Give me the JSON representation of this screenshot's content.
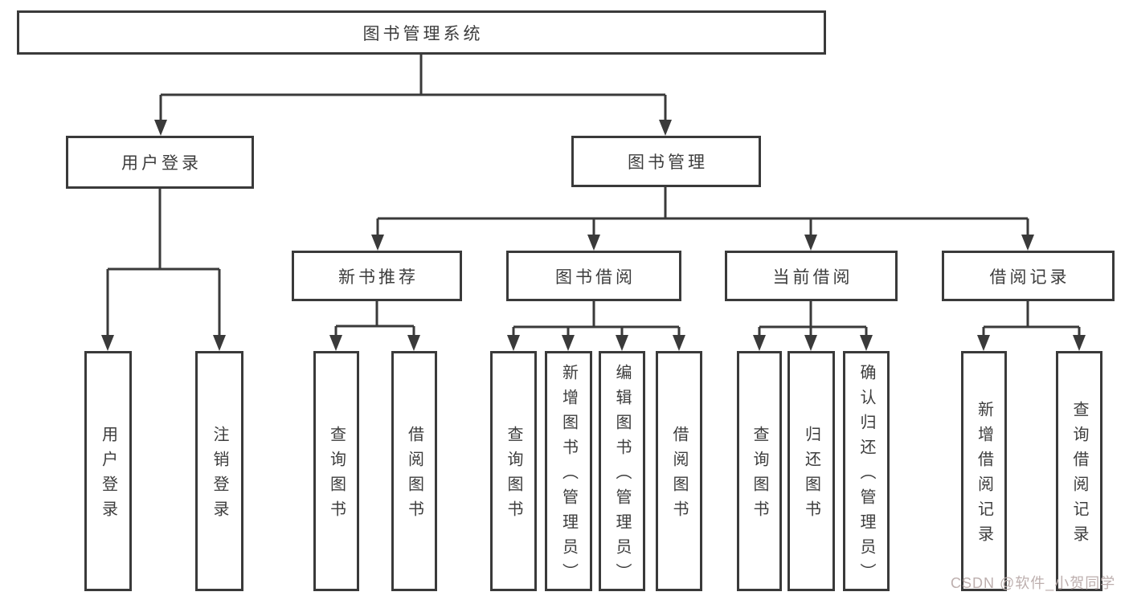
{
  "palette": {
    "line": "#3a3a3a",
    "text": "#3d3d3d",
    "background": "#ffffff",
    "watermark_color": "#bdafae"
  },
  "watermark": {
    "text": "CSDN @软件_小贺同学"
  },
  "tree": {
    "root": {
      "label": "图书管理系统"
    },
    "branches": [
      {
        "label": "用户登录",
        "children": [
          {
            "label": "用户登录"
          },
          {
            "label": "注销登录"
          }
        ]
      },
      {
        "label": "图书管理",
        "children": [
          {
            "label": "新书推荐",
            "children": [
              {
                "label": "查询图书"
              },
              {
                "label": "借阅图书"
              }
            ]
          },
          {
            "label": "图书借阅",
            "children": [
              {
                "label": "查询图书"
              },
              {
                "label": "新增图书（管理员）"
              },
              {
                "label": "编辑图书（管理员）"
              },
              {
                "label": "借阅图书"
              }
            ]
          },
          {
            "label": "当前借阅",
            "children": [
              {
                "label": "查询图书"
              },
              {
                "label": "归还图书"
              },
              {
                "label": "确认归还（管理员）"
              }
            ]
          },
          {
            "label": "借阅记录",
            "children": [
              {
                "label": "新增借阅记录"
              },
              {
                "label": "查询借阅记录"
              }
            ]
          }
        ]
      }
    ]
  }
}
